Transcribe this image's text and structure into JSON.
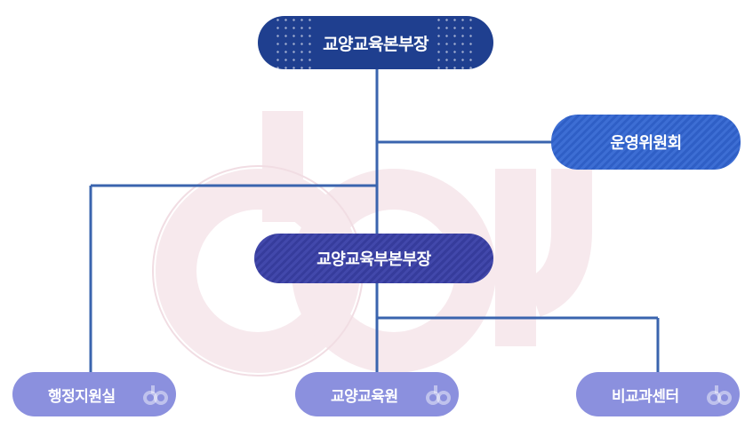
{
  "org": {
    "director": "교양교육본부장",
    "committee": "운영위원회",
    "vice": "교양교육부본부장",
    "units": [
      "행정지원실",
      "교양교육원",
      "비교과센터"
    ]
  },
  "colors": {
    "director": "#1f3f8f",
    "committee": "#3d6ed4",
    "vice": "#4248ab",
    "unit": "#8b90de",
    "line": "#3a64ae",
    "watermark": "#f6e8ec"
  },
  "icons": {
    "watermark": "cbnu-logo-watermark-icon",
    "unit_badge": "cb-logo-icon"
  }
}
